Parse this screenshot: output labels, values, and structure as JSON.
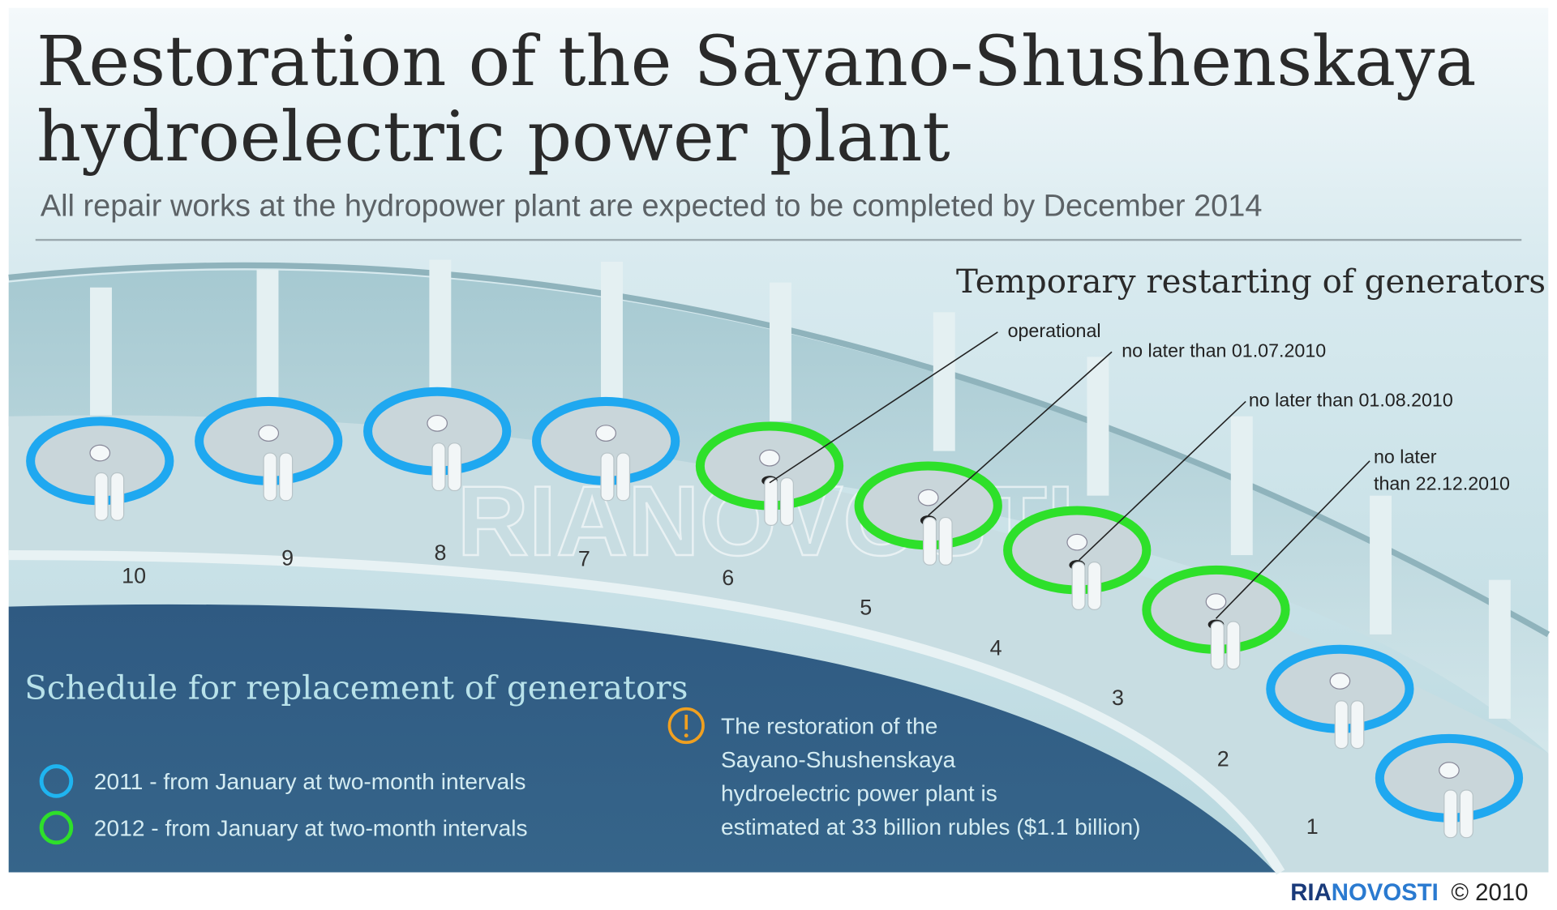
{
  "header": {
    "title_line1": "Restoration of the Sayano-Shushenskaya",
    "title_line2": "hydroelectric power plant",
    "subtitle": "All repair works at the hydropower plant are expected to be completed by December 2014"
  },
  "restart": {
    "heading": "Temporary restarting of generators",
    "labels": [
      "operational",
      "no later than 01.07.2010",
      "no later than 01.08.2010",
      "no later",
      "than 22.12.2010"
    ]
  },
  "generators": [
    {
      "number": "10",
      "schedule": "2011",
      "color": "#1fa8f0"
    },
    {
      "number": "9",
      "schedule": "2011",
      "color": "#1fa8f0"
    },
    {
      "number": "8",
      "schedule": "2011",
      "color": "#1fa8f0"
    },
    {
      "number": "7",
      "schedule": "2011",
      "color": "#1fa8f0"
    },
    {
      "number": "6",
      "schedule": "2012",
      "color": "#2ee02a"
    },
    {
      "number": "5",
      "schedule": "2012",
      "color": "#2ee02a"
    },
    {
      "number": "4",
      "schedule": "2012",
      "color": "#2ee02a"
    },
    {
      "number": "3",
      "schedule": "2012",
      "color": "#2ee02a"
    },
    {
      "number": "2",
      "schedule": "2011",
      "color": "#1fa8f0"
    },
    {
      "number": "1",
      "schedule": "2011",
      "color": "#1fa8f0"
    }
  ],
  "schedule": {
    "heading": "Schedule for replacement of generators",
    "items": [
      {
        "text": "2011 - from January at two-month intervals",
        "color": "#1fb4f0"
      },
      {
        "text": "2012 - from January at two-month intervals",
        "color": "#2ee02a"
      }
    ]
  },
  "note": {
    "icon": "exclamation-icon",
    "color": "#f0a020",
    "lines": [
      "The restoration of the",
      "Sayano-Shushenskaya",
      "hydroelectric power plant is",
      "estimated at 33 billion rubles ($1.1 billion)"
    ]
  },
  "watermark": "RIANOVOSTI",
  "footer": {
    "brand_ria": "RIA",
    "brand_novosti": "NOVOSTI",
    "copyright": "© 2010"
  }
}
